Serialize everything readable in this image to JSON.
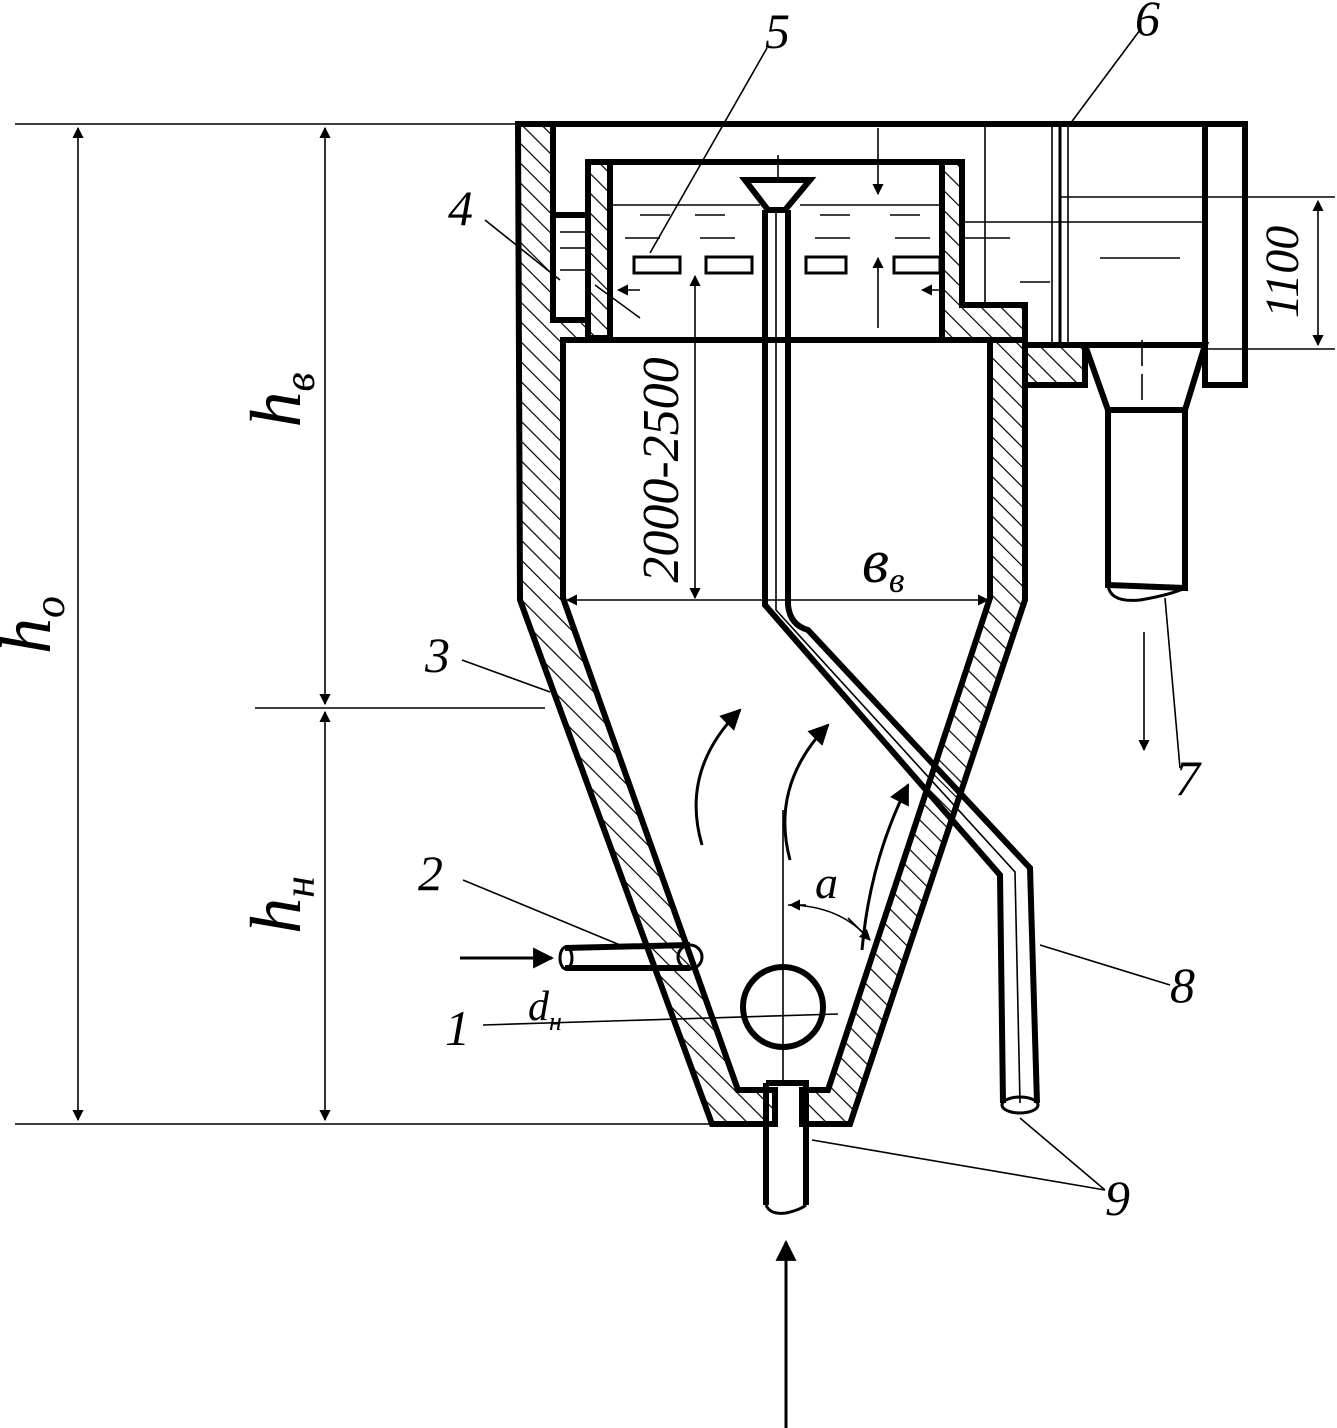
{
  "labels": {
    "n1": "1",
    "n2": "2",
    "n3": "3",
    "n4": "4",
    "n5": "5",
    "n6": "6",
    "n7": "7",
    "n8": "8",
    "n9": "9",
    "angle": "a",
    "nozzle_d": "d",
    "nozzle_d_sub": "н"
  },
  "dimensions": {
    "h_total": "h",
    "h_total_sub": "o",
    "h_upper": "h",
    "h_upper_sub": "в",
    "h_lower": "h",
    "h_lower_sub": "н",
    "width_upper": "в",
    "width_upper_sub": "в",
    "immersion": "2000-2500",
    "level": "1100"
  }
}
